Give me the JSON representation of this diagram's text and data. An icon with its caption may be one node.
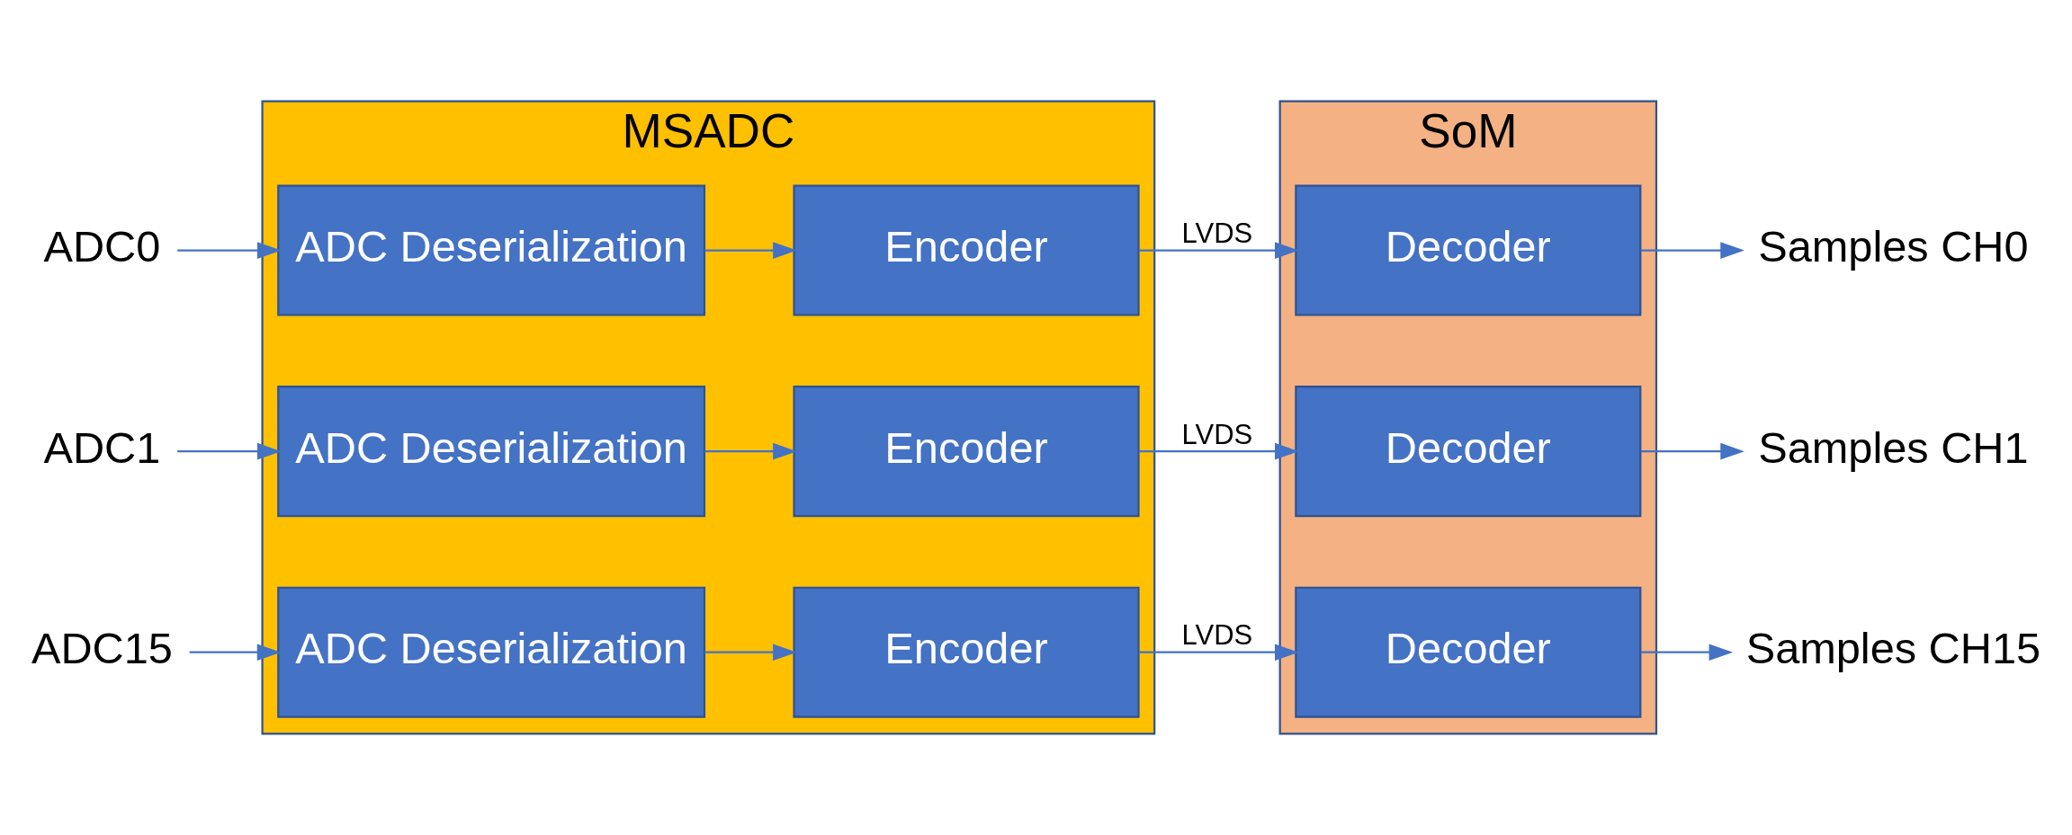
{
  "diagram": {
    "nodes": [
      {
        "text": [
          "ADC0"
        ]
      },
      {
        "text": [
          "ADC1"
        ]
      },
      {
        "text": [
          "ADC15"
        ]
      },
      {
        "text": [
          "MSADC"
        ]
      },
      {
        "text": [
          "ADC Deserialization"
        ],
        "in": 3
      },
      {
        "text": [
          "Encoder"
        ],
        "in": 3
      },
      {
        "text": [
          "ADC Deserialization"
        ],
        "in": 3
      },
      {
        "text": [
          "Encoder"
        ],
        "in": 3
      },
      {
        "text": [
          "ADC Deserialization"
        ],
        "in": 3
      },
      {
        "text": [
          "Encoder"
        ],
        "in": 3
      },
      {
        "text": [
          "SoM"
        ]
      },
      {
        "text": [
          "Decoder"
        ],
        "in": 10
      },
      {
        "text": [
          "Decoder"
        ],
        "in": 10
      },
      {
        "text": [
          "Decoder"
        ],
        "in": 10
      },
      {
        "text": [
          "Samples CH0"
        ]
      },
      {
        "text": [
          "Samples CH1"
        ]
      },
      {
        "text": [
          "Samples CH15"
        ]
      }
    ],
    "edges": [
      {
        "from": 0,
        "to": 4,
        "arrow": "to"
      },
      {
        "from": 4,
        "to": 5,
        "arrow": "to"
      },
      {
        "from": 5,
        "to": 11,
        "arrow": "to",
        "label": "LVDS"
      },
      {
        "from": 11,
        "to": 14,
        "arrow": "to"
      },
      {
        "from": 1,
        "to": 6,
        "arrow": "to"
      },
      {
        "from": 6,
        "to": 7,
        "arrow": "to"
      },
      {
        "from": 7,
        "to": 12,
        "arrow": "to",
        "label": "LVDS"
      },
      {
        "from": 12,
        "to": 15,
        "arrow": "to"
      },
      {
        "from": 2,
        "to": 8,
        "arrow": "to"
      },
      {
        "from": 8,
        "to": 9,
        "arrow": "to"
      },
      {
        "from": 9,
        "to": 13,
        "arrow": "to",
        "label": "LVDS"
      },
      {
        "from": 13,
        "to": 16,
        "arrow": "to"
      }
    ]
  }
}
